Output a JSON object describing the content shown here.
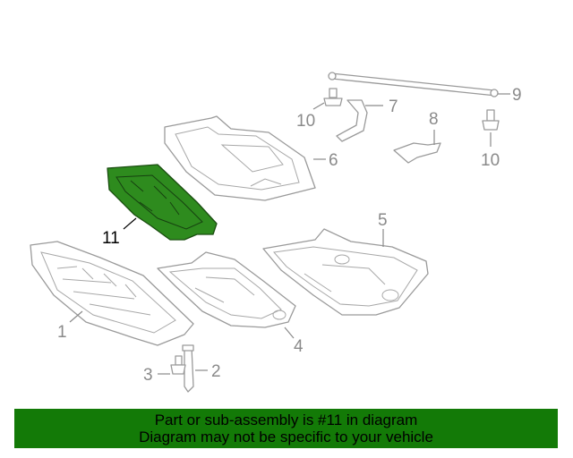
{
  "callouts": {
    "c1": "1",
    "c2": "2",
    "c3": "3",
    "c4": "4",
    "c5": "5",
    "c6": "6",
    "c7": "7",
    "c8": "8",
    "c9": "9",
    "c10a": "10",
    "c10b": "10",
    "c11": "11"
  },
  "footer": {
    "line1": "Part or sub-assembly is #11 in diagram",
    "line2": "Diagram may not be specific to your vehicle"
  },
  "colors": {
    "highlight_part": "#2e8b1e",
    "footer_bg": "#137a07",
    "line_gray": "#9a9a9a"
  }
}
